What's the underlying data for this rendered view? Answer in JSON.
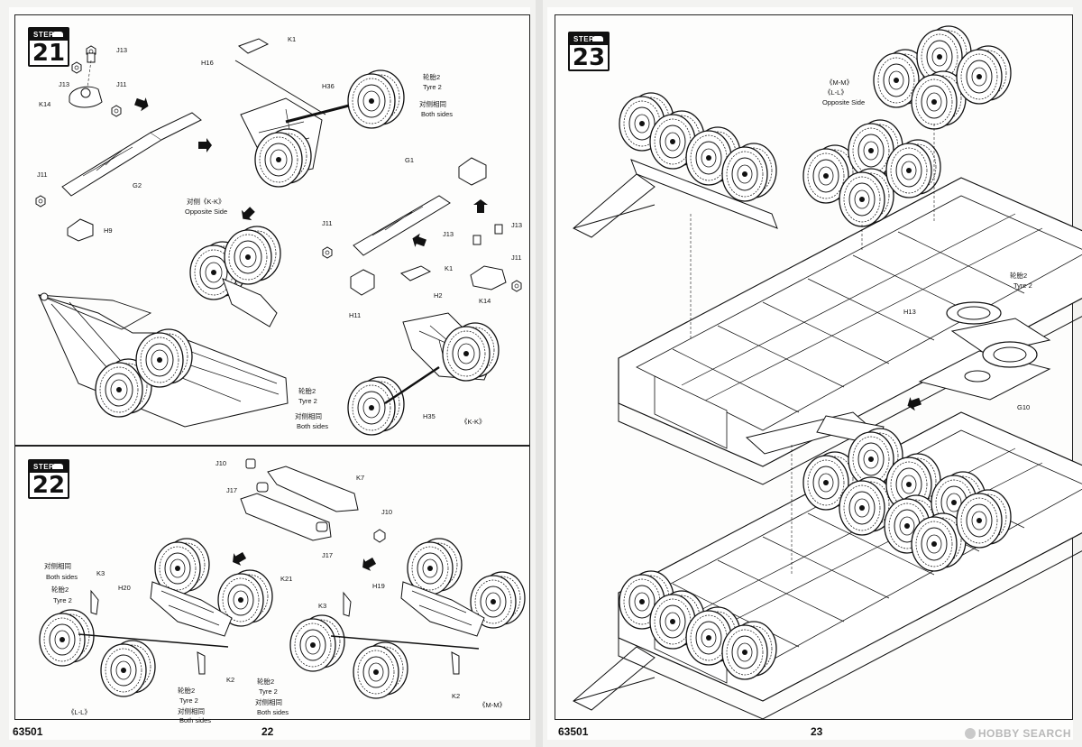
{
  "step_tag": "STEP",
  "left_page": {
    "model_number": "63501",
    "page_number": "22",
    "step21": {
      "number": "21",
      "labels": {
        "j13a": "J13",
        "j13b": "J13",
        "j11a": "J11",
        "k14a": "K14",
        "j11b": "J11",
        "g2": "G2",
        "h9": "H9",
        "k1a": "K1",
        "h16": "H16",
        "h36": "H36",
        "tyre_cn": "轮胎2",
        "tyre_en": "Tyre 2",
        "opp_cn": "对侧相同",
        "opp_en": "Both sides",
        "kk_cn": "对侧《K-K》",
        "kk_en": "Opposite Side",
        "g1": "G1",
        "j11c": "J11",
        "j13c": "J13",
        "j13d": "J13",
        "j11d": "J11",
        "k14b": "K14",
        "h11": "H11",
        "k1b": "K1",
        "h2": "H2",
        "tyre2_cn": "轮胎2",
        "tyre2_en": "Tyre 2",
        "opp2_cn": "对侧相同",
        "opp2_en": "Both sides",
        "h35": "H35",
        "kk_view": "《K-K》"
      }
    },
    "step22": {
      "number": "22",
      "labels": {
        "j10a": "J10",
        "k7": "K7",
        "j17a": "J17",
        "j10b": "J10",
        "j17b": "J17",
        "k21": "K21",
        "opp_cn": "对侧相同",
        "opp_en": "Both sides",
        "tyre_cn": "轮胎2",
        "tyre_en": "Tyre 2",
        "k3a": "K3",
        "h20": "H20",
        "k2a": "K2",
        "tyre2_cn": "轮胎2",
        "tyre2_en": "Tyre 2",
        "opp2_cn": "对侧相同",
        "opp2_en": "Both sides",
        "ll_view": "《L-L》",
        "k3b": "K3",
        "h19": "H19",
        "tyre3_cn": "轮胎2",
        "tyre3_en": "Tyre 2",
        "opp3_cn": "对侧相同",
        "opp3_en": "Both sides",
        "k2b": "K2",
        "mm_view": "《M-M》"
      }
    }
  },
  "right_page": {
    "model_number": "63501",
    "page_number": "23",
    "step23": {
      "number": "23",
      "labels": {
        "mm": "《M-M》",
        "ll": "《L-L》",
        "opp": "Opposite Side",
        "h13": "H13",
        "tyre_cn": "轮胎2",
        "tyre_en": "Tyre 2",
        "g10": "G10"
      }
    }
  },
  "watermark": "HOBBY SEARCH",
  "colors": {
    "ink": "#111111",
    "paper": "#fdfdfc",
    "watermark": "#b8b8b8"
  }
}
